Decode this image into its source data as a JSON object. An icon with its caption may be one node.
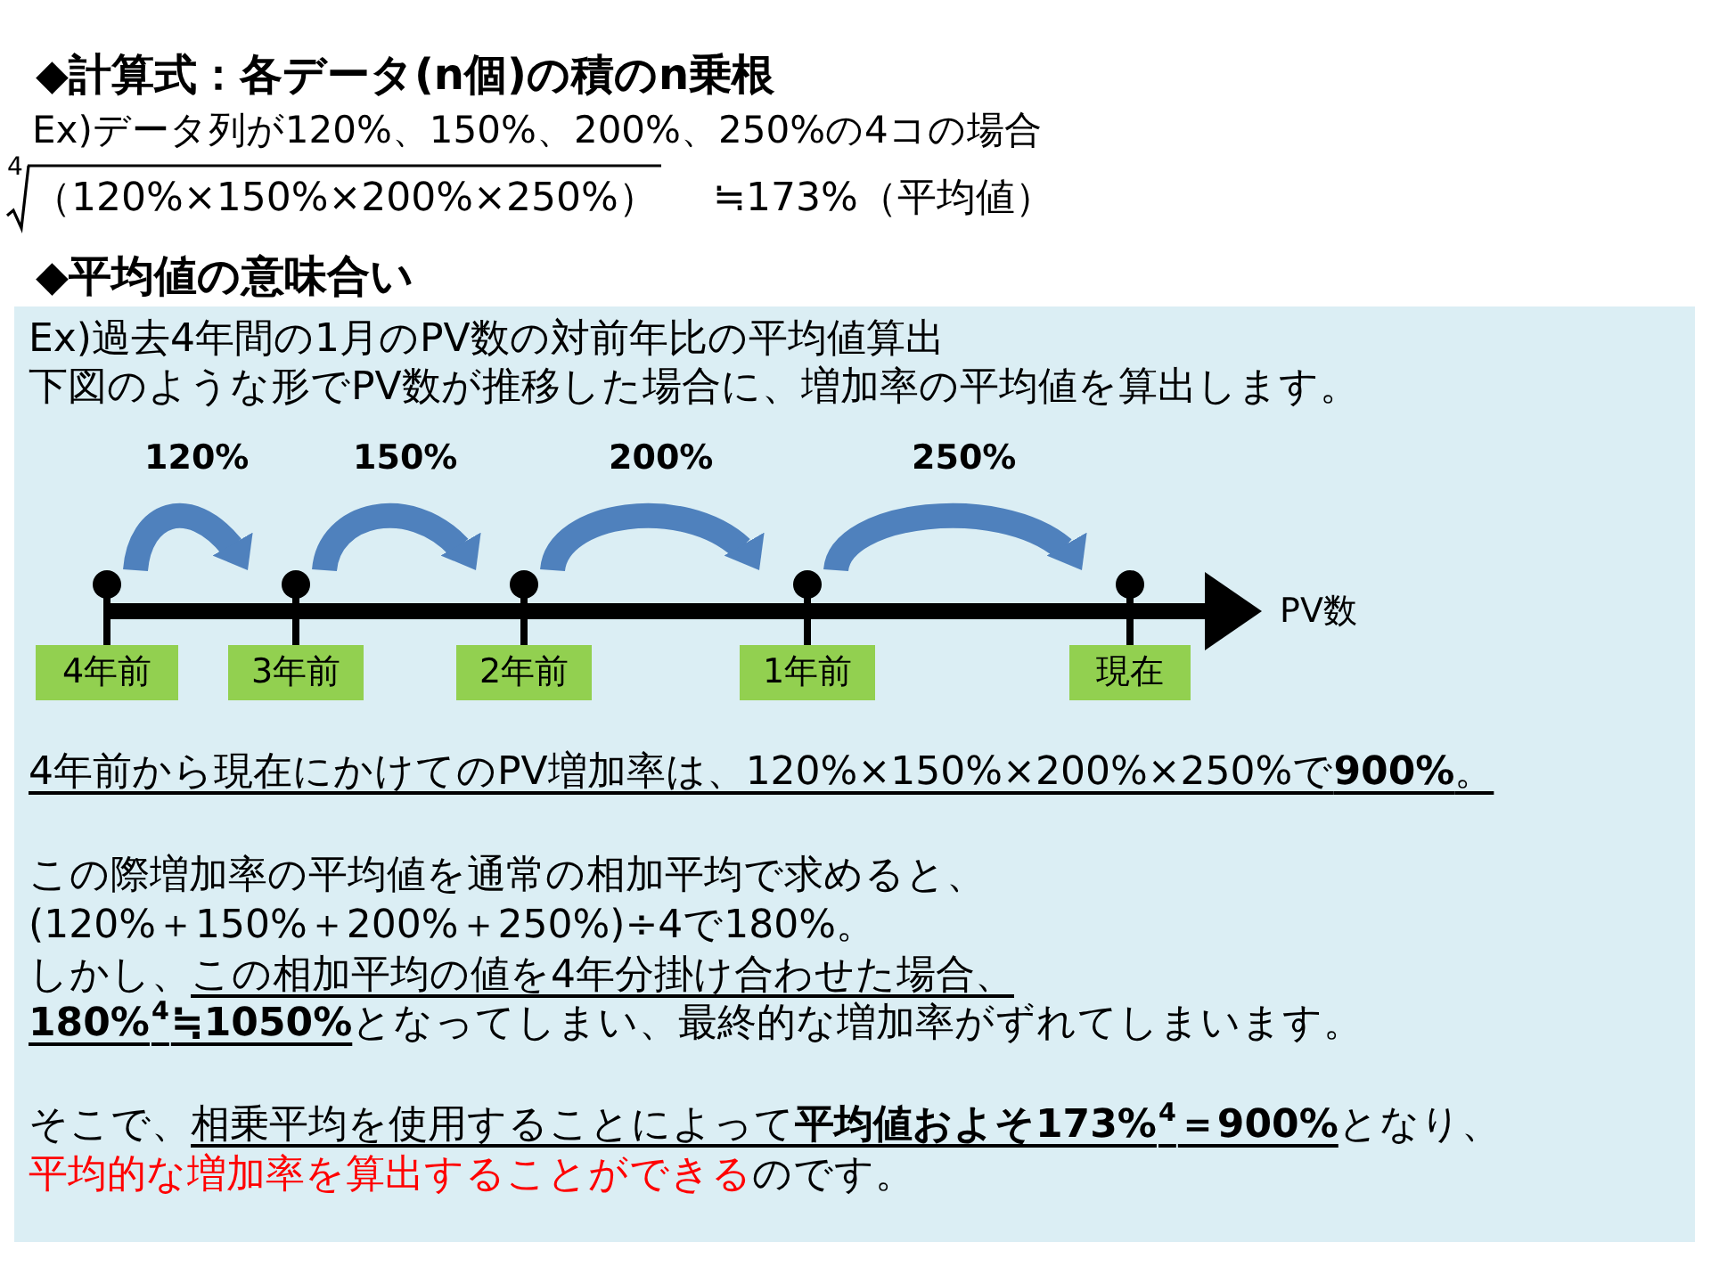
{
  "diagram": {
    "title": "◆計算式：各データ(n個)の積のn乗根",
    "nodes": [
      {
        "text": [
          "◆平均値の意味合い",
          "Ex)過去4年間の1月のPV数の対前年比の平均値算出",
          "下図のような形でPV数が推移した場合に、増加率の平均値を算出します。",
          "4年前から現在にかけてのPV増加率は、120%×150%×200%×250%で**900%**。",
          "この際増加率の平均値を通常の相加平均で求めると、",
          "(120%＋150%＋200%＋250%)÷4で180%。",
          "しかし、この相加平均の値を4年分掛け合わせた場合、",
          "**180%$^{4}$≒1050%**となってしまい、最終的な増加率がずれてしまいます。",
          "そこで、相乗平均を使用することによって**平均値およそ173%$^{4}$＝900%**となり、",
          "平均的な増加率を算出することができるのです。"
        ]
      },
      {
        "text": [
          "4年前"
        ],
        "in": 0
      },
      {
        "text": [
          "3年前"
        ],
        "in": 0
      },
      {
        "text": [
          "2年前"
        ],
        "in": 0
      },
      {
        "text": [
          "1年前"
        ],
        "in": 0
      },
      {
        "text": [
          "現在"
        ],
        "in": 0
      }
    ],
    "edges": [
      {
        "from": 1,
        "to": 2,
        "arrow": "to",
        "label": "120%"
      },
      {
        "from": 2,
        "to": 3,
        "arrow": "to",
        "label": "150%"
      },
      {
        "from": 3,
        "to": 4,
        "arrow": "to",
        "label": "200%"
      },
      {
        "from": 4,
        "to": 5,
        "arrow": "to",
        "label": "250%"
      }
    ],
    "labels": [
      "Ex)データ列が120%、150%、200%、250%の4コの場合",
      "4",
      "（120%×150%×200%×250%）",
      "≒173%（平均値）",
      "PV数"
    ]
  }
}
